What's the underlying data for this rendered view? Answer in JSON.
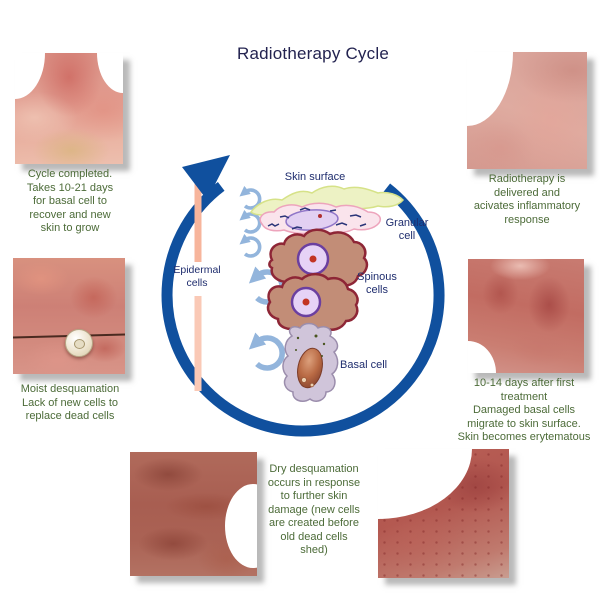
{
  "title": "Radiotherapy Cycle",
  "cycle": {
    "top_right": "Radiotherapy is\ndelivered and\nacivates inflammatory\nresponse",
    "mid_right": "10-14 days after first\ntreatment\nDamaged basal cells\nmigrate to skin surface.\nSkin becomes erytematous",
    "bottom_center": "Dry desquamation\noccurs in response\nto further skin\ndamage (new cells\nare created before\nold dead cells\nshed)",
    "mid_left": "Moist desquamation\nLack of new cells to\nreplace dead cells",
    "top_left": "Cycle completed.\nTakes 10-21 days\nfor basal cell to\nrecover and new\nskin to grow"
  },
  "cell_diagram": {
    "skin_surface": "Skin surface",
    "granular_cell": "Granular cell",
    "spinous_cells": "Spinous cells",
    "basal_cell": "Basal cell",
    "epidermal_cells": "Epidermal cells"
  },
  "colors": {
    "cycle_arrow_blue": "#10509e",
    "small_arrow_blue": "#93b5dc",
    "epidermal_arrow_salmon": "#f7b59c",
    "caption_green": "#4c6b38",
    "label_navy": "#1f2d6e",
    "title_navy": "#232350"
  }
}
